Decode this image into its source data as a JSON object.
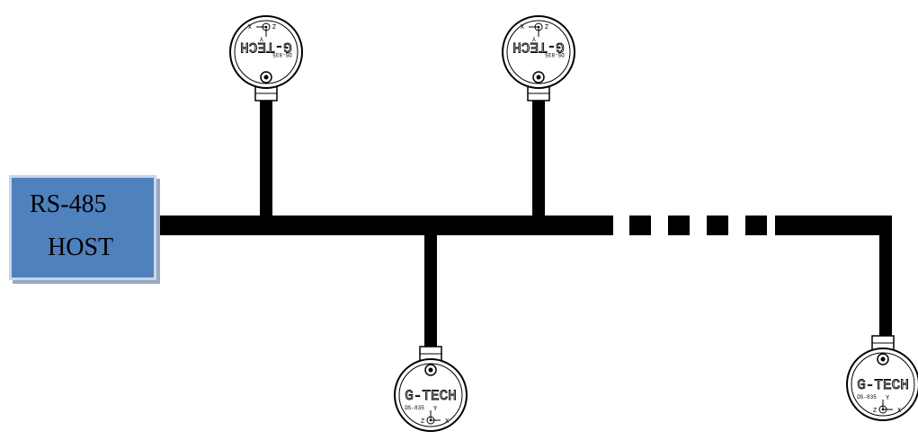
{
  "host": {
    "line1": "RS-485",
    "line2": "HOST"
  },
  "sensor": {
    "brand": "G-TECH",
    "model": "DS-835",
    "axis_x": "X",
    "axis_y": "Y",
    "axis_z": "Z"
  },
  "colors": {
    "host_fill": "#4f81bd",
    "host_border": "#c9d7ea",
    "bus": "#000000"
  },
  "icons": [
    "sensor-icon"
  ]
}
